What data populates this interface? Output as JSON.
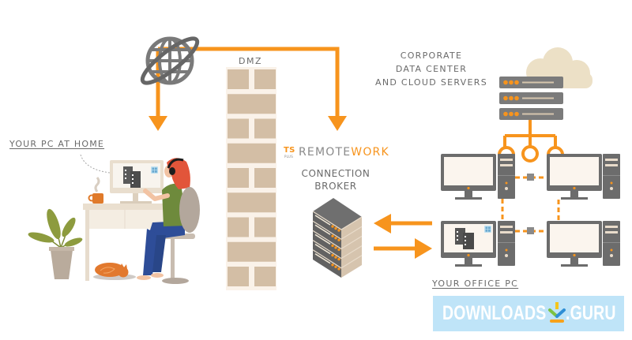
{
  "theme": {
    "accent": "#f7941d",
    "brick": "#d3bea5",
    "mortar": "#faf2e9",
    "gray": "#6d6d6d",
    "cloud": "#ece0c6",
    "label": "#6a6a6a",
    "banner": "#bfe4f8"
  },
  "labels": {
    "dmz": "DMZ",
    "home_pc": "YOUR PC AT HOME",
    "corporate": [
      "CORPORATE",
      "DATA CENTER",
      "AND CLOUD SERVERS"
    ],
    "broker": [
      "CONNECTION",
      "BROKER"
    ],
    "office_pc": "YOUR OFFICE PC"
  },
  "brand": {
    "ts": "TS",
    "plus": "PLUS",
    "remote": "REMOTE",
    "work": "WORK"
  },
  "icons": {
    "internet": "globe-icon",
    "firewall": "brick-wall-icon",
    "broker_server": "server-rack-icon",
    "datacenter": "server-stack-icon",
    "cloud": "cloud-icon",
    "flow_arrows": "arrow-icon"
  },
  "watermark": {
    "left": "DOWNLOADS",
    "right": ".GURU",
    "icon": "download-icon"
  }
}
